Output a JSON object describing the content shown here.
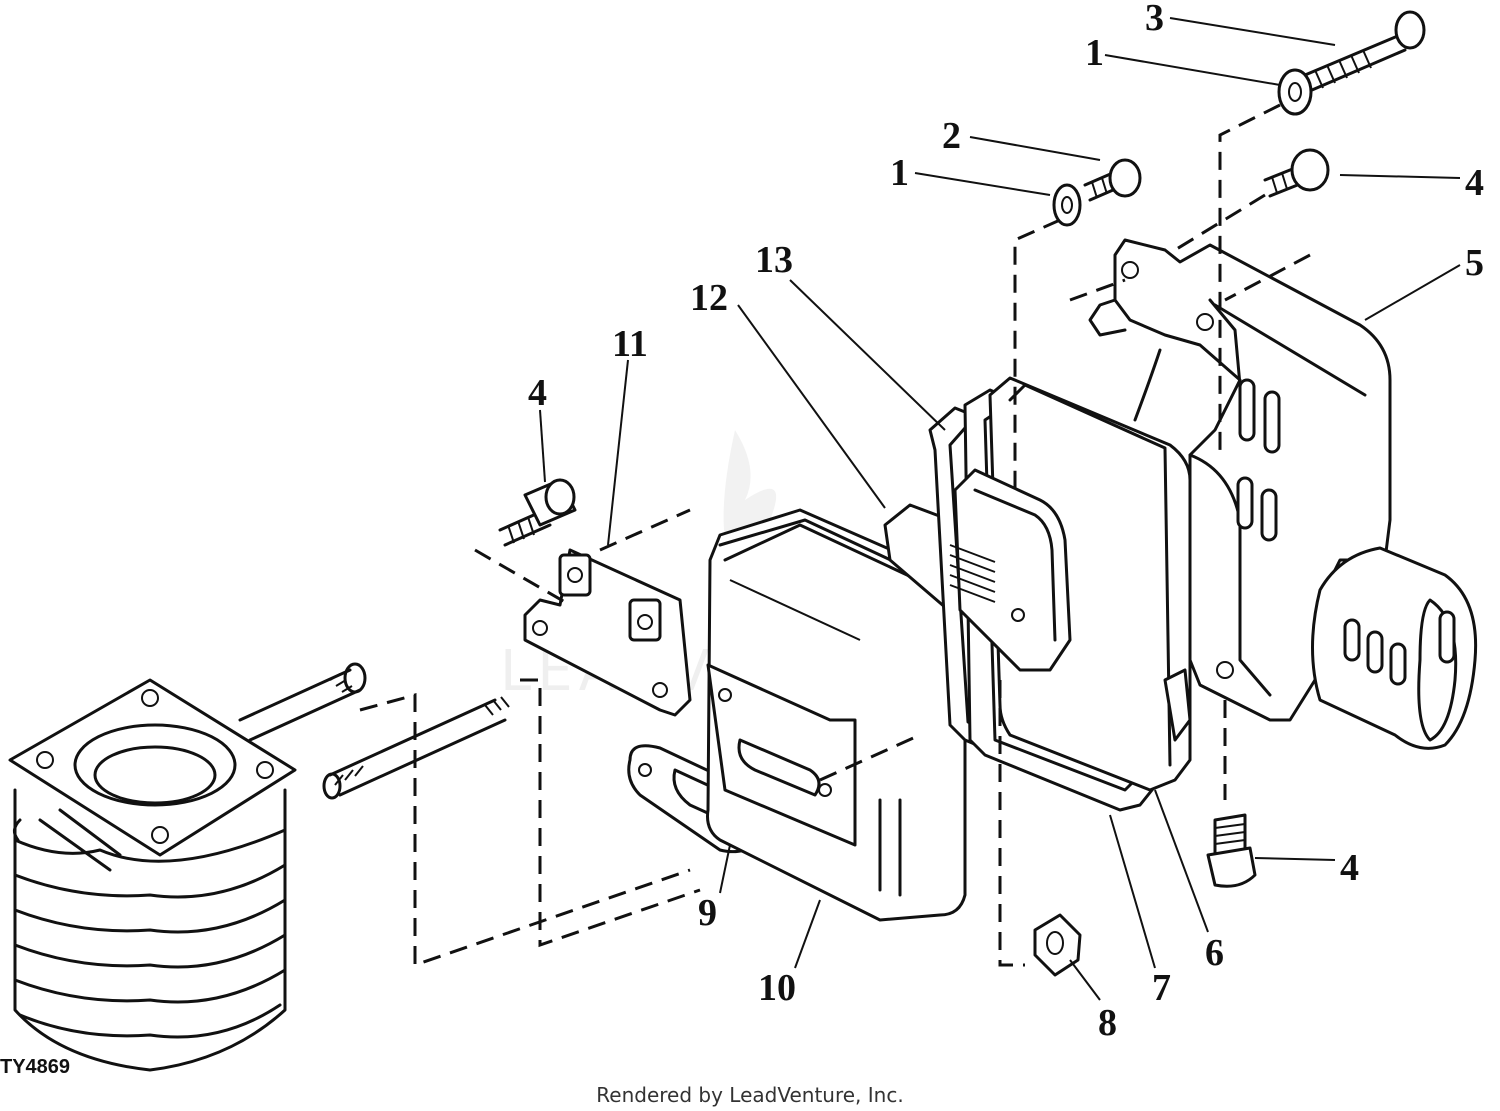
{
  "drawing_number": "TY4869",
  "footer": "Rendered by LeadVenture, Inc.",
  "watermark": "LEADVENTURE",
  "callouts": {
    "c1a": "1",
    "c1b": "1",
    "c2": "2",
    "c3": "3",
    "c4a": "4",
    "c4b": "4",
    "c4c": "4",
    "c5": "5",
    "c6": "6",
    "c7": "7",
    "c8": "8",
    "c9": "9",
    "c10": "10",
    "c11": "11",
    "c12": "12",
    "c13": "13"
  }
}
